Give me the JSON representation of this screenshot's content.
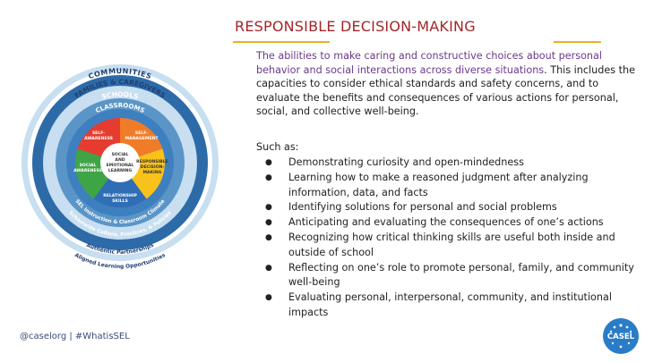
{
  "slide": {
    "title": "RESPONSIBLE DECISION-MAKING",
    "description_highlight": "The abilities to make caring and constructive choices about personal behavior and social interactions across diverse situations",
    "description_rest": ". This includes the capacities to consider ethical standards and safety concerns, and to evaluate the benefits and consequences of various actions for personal, social, and collective well-being.",
    "such_as": "Such as:",
    "examples": [
      "Demonstrating curiosity and open-mindedness",
      "Learning how to make a reasoned judgment after analyzing information, data, and facts",
      "Identifying solutions for personal and social problems",
      "Anticipating and evaluating the consequences of one’s actions",
      "Recognizing how critical thinking skills are useful both inside and outside of school",
      "Reflecting on one’s role to promote personal, family, and community well-being",
      "Evaluating personal, interpersonal, community, and institutional impacts"
    ],
    "footer": "@caselorg  |  #WhatisSEL"
  },
  "wheel": {
    "ring_labels": {
      "communities": "COMMUNITIES",
      "families": "FAMILIES & CAREGIVERS",
      "schools": "SCHOOLS",
      "classrooms": "CLASSROOMS",
      "instruction": "SEL Instruction & Classroom Climate",
      "schoolwide": "Schoolwide Culture, Practices, & Policies",
      "partnerships": "Authentic Partnerships",
      "opportunities": "Aligned Learning Opportunities"
    },
    "competencies": {
      "self_awareness": [
        "SELF-",
        "AWARENESS"
      ],
      "self_management": [
        "SELF-",
        "MANAGEMENT"
      ],
      "social_awareness": [
        "SOCIAL",
        "AWARENESS"
      ],
      "responsible": [
        "RESPONSIBLE",
        "DECISION-",
        "MAKING"
      ],
      "relationship": [
        "RELATIONSHIP",
        "SKILLS"
      ],
      "center": [
        "SOCIAL",
        "AND",
        "EMOTIONAL",
        "LEARNING"
      ]
    }
  },
  "logo": {
    "text": "CASEL"
  },
  "colors": {
    "title": "#a3262a",
    "accent_rule": "#e7b324",
    "ring_outer": "#2d6aa8",
    "ring_light": "#c7dff0",
    "ring_mid": "#5b95c8",
    "ring_classroom": "#3e7fbf",
    "ring_white": "#ffffff",
    "self_awareness": "#e63c2f",
    "self_management": "#f07c28",
    "social_awareness": "#3fa446",
    "responsible": "#f8c21b",
    "relationship": "#2f6db5",
    "logo": "#2a7cc7"
  }
}
